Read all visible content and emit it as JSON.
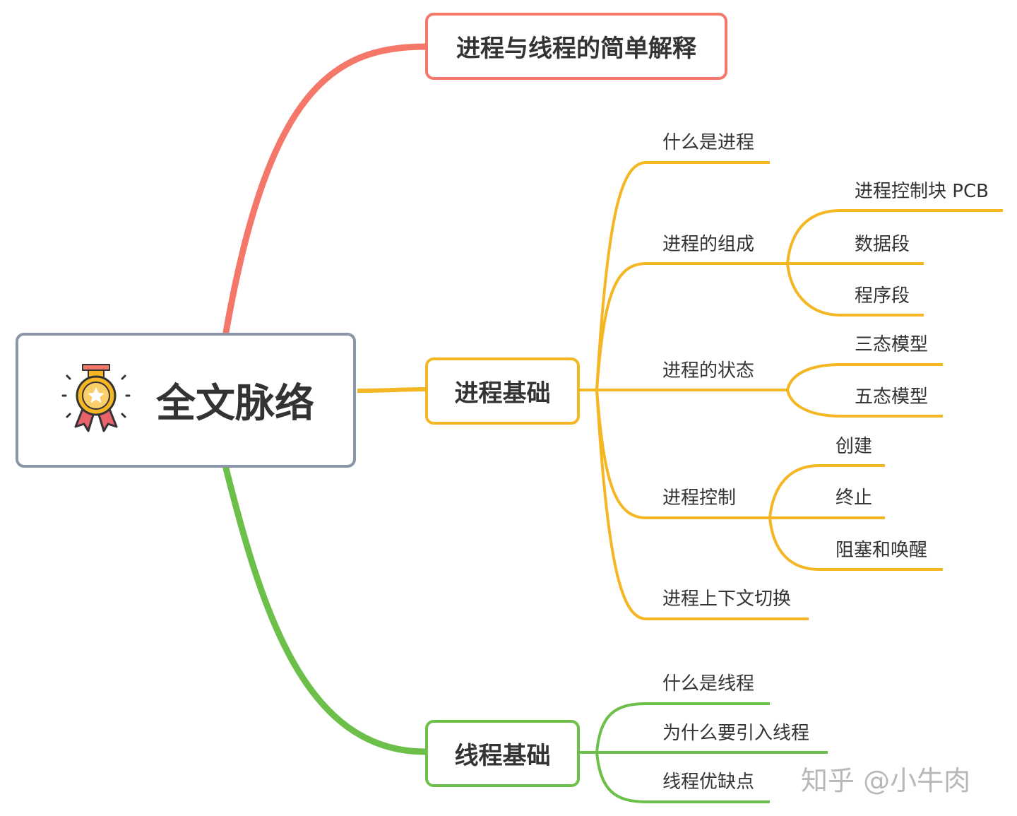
{
  "root": {
    "label": "全文脉络",
    "icon": "medal-icon"
  },
  "branches": {
    "intro": {
      "label": "进程与线程的简单解释",
      "color": "#f4776a"
    },
    "process": {
      "label": "进程基础",
      "color": "#f5b623",
      "children": [
        {
          "label": "什么是进程"
        },
        {
          "label": "进程的组成",
          "children": [
            "进程控制块 PCB",
            "数据段",
            "程序段"
          ]
        },
        {
          "label": "进程的状态",
          "children": [
            "三态模型",
            "五态模型"
          ]
        },
        {
          "label": "进程控制",
          "children": [
            "创建",
            "终止",
            "阻塞和唤醒"
          ]
        },
        {
          "label": "进程上下文切换"
        }
      ]
    },
    "thread": {
      "label": "线程基础",
      "color": "#6cc04a",
      "children": [
        {
          "label": "什么是线程"
        },
        {
          "label": "为什么要引入线程"
        },
        {
          "label": "线程优缺点"
        }
      ]
    }
  },
  "watermark": "知乎 @小牛肉"
}
